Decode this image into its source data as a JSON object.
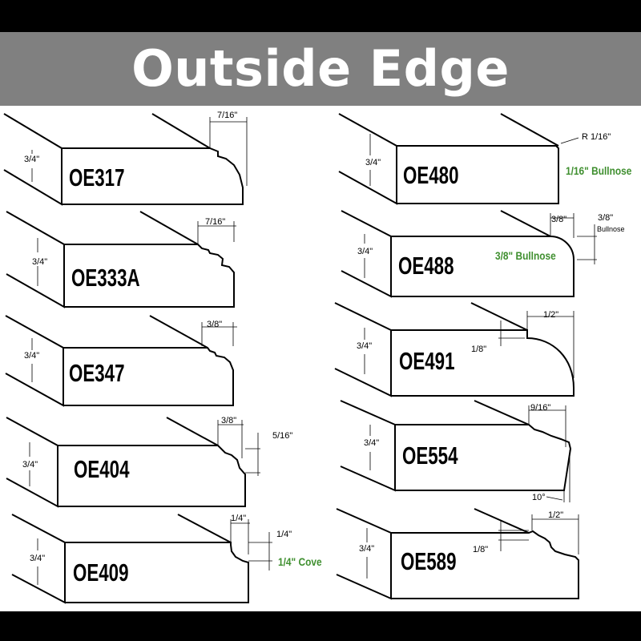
{
  "title": "Outside Edge",
  "profiles": {
    "oe317": {
      "code": "OE317",
      "thickness": "3/4\"",
      "width": "7/16\""
    },
    "oe333a": {
      "code": "OE333A",
      "thickness": "3/4\"",
      "width": "7/16\""
    },
    "oe347": {
      "code": "OE347",
      "thickness": "3/4\"",
      "width": "3/8\""
    },
    "oe404": {
      "code": "OE404",
      "thickness": "3/4\"",
      "width": "3/8\"",
      "height": "5/16\""
    },
    "oe409": {
      "code": "OE409",
      "thickness": "3/4\"",
      "width": "1/4\"",
      "height": "1/4\"",
      "callout": "1/4\" Cove"
    },
    "oe480": {
      "code": "OE480",
      "thickness": "3/4\"",
      "radius": "R 1/16\"",
      "callout": "1/16\" Bullnose"
    },
    "oe488": {
      "code": "OE488",
      "thickness": "3/4\"",
      "width": "3/8\"",
      "side_value": "3/8\"",
      "side_note": "Bullnose",
      "callout": "3/8\" Bullnose"
    },
    "oe491": {
      "code": "OE491",
      "thickness": "3/4\"",
      "width": "1/2\"",
      "step": "1/8\""
    },
    "oe554": {
      "code": "OE554",
      "thickness": "3/4\"",
      "width": "9/16\"",
      "angle": "10°"
    },
    "oe589": {
      "code": "OE589",
      "thickness": "3/4\"",
      "width": "1/2\"",
      "step": "1/8\""
    }
  },
  "colors": {
    "background": "#000000",
    "title_bar": "#808080",
    "title_text": "#ffffff",
    "panel": "#ffffff",
    "callout_green": "#3f8f2f"
  }
}
